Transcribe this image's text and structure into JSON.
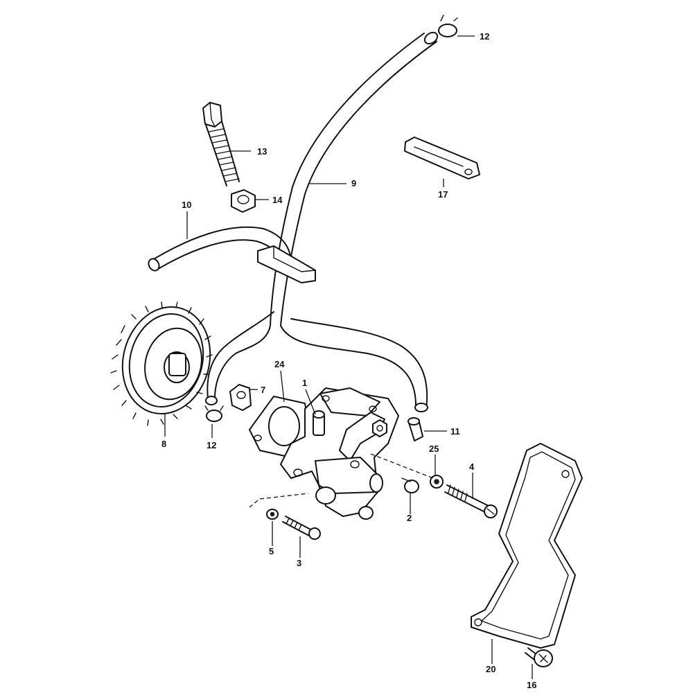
{
  "callouts": {
    "c12_top": "12",
    "c13": "13",
    "c9": "9",
    "c14": "14",
    "c17": "17",
    "c10": "10",
    "c24": "24",
    "c1": "1",
    "c7": "7",
    "c8": "8",
    "c12_left": "12",
    "c11": "11",
    "c25": "25",
    "c4": "4",
    "c2": "2",
    "c5": "5",
    "c3": "3",
    "c20": "20",
    "c16": "16"
  }
}
